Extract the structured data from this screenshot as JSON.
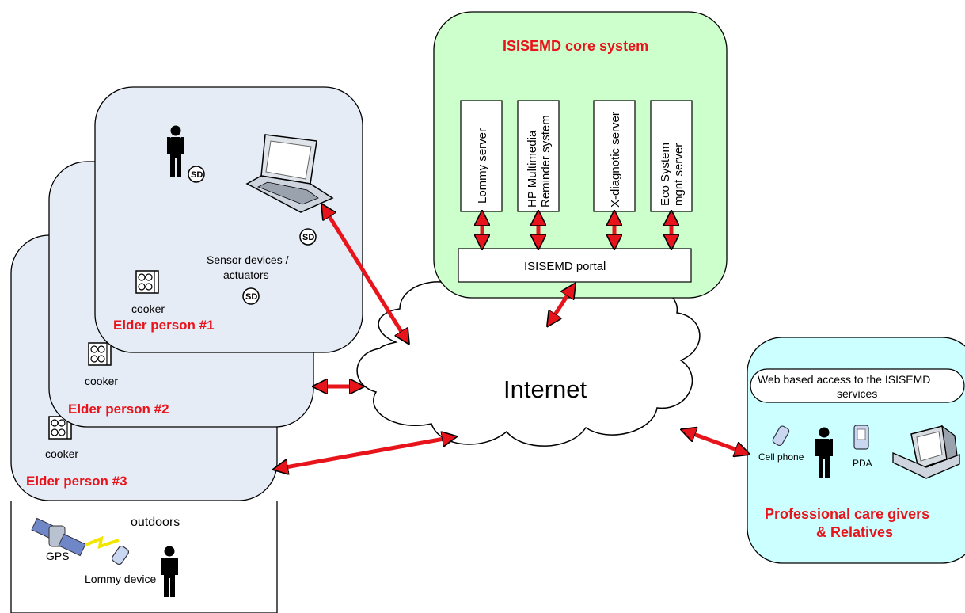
{
  "core_system": {
    "title": "ISISEMD core system",
    "servers": [
      {
        "line1": "Lommy server",
        "line2": ""
      },
      {
        "line1": "HP Multimedia",
        "line2": "Reminder system"
      },
      {
        "line1": "X-diagnotic server",
        "line2": ""
      },
      {
        "line1": "Eco System",
        "line2": "mgnt server"
      }
    ],
    "portal": "ISISEMD portal"
  },
  "internet": "Internet",
  "elder_homes": [
    {
      "title": "Elder person #1",
      "cooker": "cooker",
      "sensor_line1": "Sensor devices /",
      "sensor_line2": "actuators",
      "sd": "SD"
    },
    {
      "title": "Elder person #2",
      "cooker": "cooker"
    },
    {
      "title": "Elder person #3",
      "cooker": "cooker"
    }
  ],
  "outdoors": {
    "title": "outdoors",
    "gps": "GPS",
    "lommy_device": "Lommy device"
  },
  "professional": {
    "web_access_line1": "Web based access to the ISISEMD",
    "web_access_line2": "services",
    "cell_phone": "Cell phone",
    "pda": "PDA",
    "title_line1": "Professional care givers",
    "title_line2": "& Relatives"
  },
  "colors": {
    "core_bg": "#ccffcc",
    "home_bg": "#e6ecf5",
    "pro_bg": "#ccffff",
    "arrow": "#e8141b",
    "title_red": "#e8141b"
  }
}
